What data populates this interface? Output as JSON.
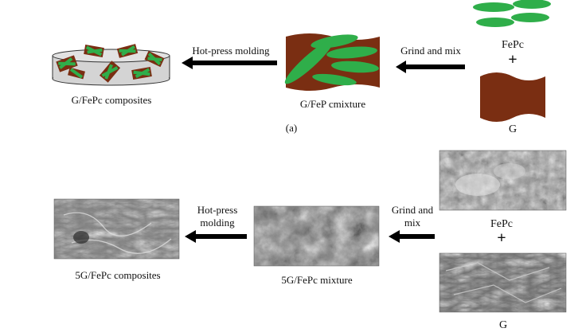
{
  "top_panel": {
    "label_fepc": "FePc",
    "label_plus": "+",
    "label_g": "G",
    "arrow1_label": "Grind and mix",
    "mixture_label": "G/FeP cmixture",
    "arrow2_label": "Hot-press molding",
    "composite_label": "G/FePc composites",
    "panel_tag": "(a)"
  },
  "bottom_panel": {
    "label_fepc": "FePc",
    "label_plus": "+",
    "label_g": "G",
    "arrow1_label_line1": "Grind and",
    "arrow1_label_line2": "mix",
    "mixture_label": "5G/FePc mixture",
    "arrow2_label_line1": "Hot-press",
    "arrow2_label_line2": "molding",
    "composite_label": "5G/FePc composites"
  },
  "colors": {
    "graphene_brown": "#7a2e12",
    "fepc_green": "#2fae4a",
    "arrow": "#000000",
    "sem_gray": "#8a8a8a",
    "dish_gray": "#d4d4d4"
  }
}
